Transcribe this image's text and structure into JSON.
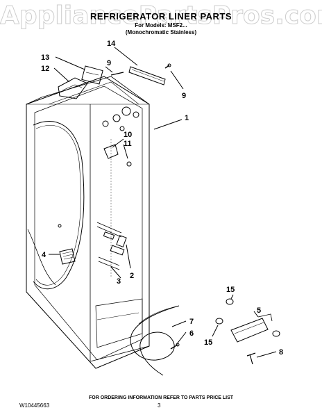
{
  "watermark": "AppliancePartsPros.com",
  "header": {
    "title": "REFRIGERATOR LINER PARTS",
    "model_line": "For Models: MSF2...",
    "finish_line": "(Monochromatic Stainless)"
  },
  "callouts": [
    "14",
    "9",
    "13",
    "12",
    "9",
    "1",
    "10",
    "11",
    "4",
    "2",
    "3",
    "15",
    "5",
    "7",
    "6",
    "15",
    "8"
  ],
  "footer": {
    "ordering_note": "FOR ORDERING INFORMATION REFER TO PARTS PRICE LIST",
    "doc_number": "W10445663",
    "page_number": "3"
  }
}
